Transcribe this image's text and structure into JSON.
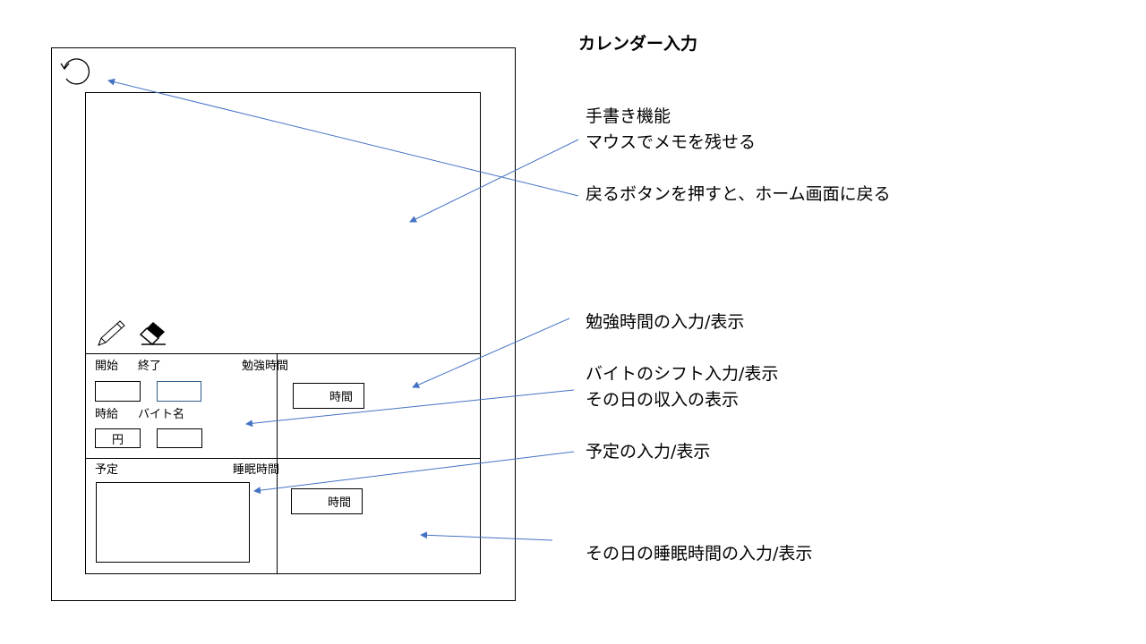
{
  "title": "カレンダー入力",
  "icons": {
    "back": "back-arrow-icon",
    "pencil": "pencil-icon",
    "eraser": "eraser-icon"
  },
  "panel_work": {
    "start_label": "開始",
    "end_label": "終了",
    "wage_label": "時給",
    "job_name_label": "バイト名",
    "wage_unit": "円",
    "study_label": "勉強時間",
    "study_unit": "時間"
  },
  "panel_schedule": {
    "schedule_label": "予定",
    "sleep_label": "睡眠時間",
    "sleep_unit": "時間"
  },
  "annotations": {
    "handwriting_line1": "手書き機能",
    "handwriting_line2": "マウスでメモを残せる",
    "back_button": "戻るボタンを押すと、ホーム画面に戻る",
    "study": "勉強時間の入力/表示",
    "shift_line1": "バイトのシフト入力/表示",
    "shift_line2": "その日の収入の表示",
    "schedule": "予定の入力/表示",
    "sleep": "その日の睡眠時間の入力/表示"
  },
  "colors": {
    "arrow": "#4472c4"
  }
}
